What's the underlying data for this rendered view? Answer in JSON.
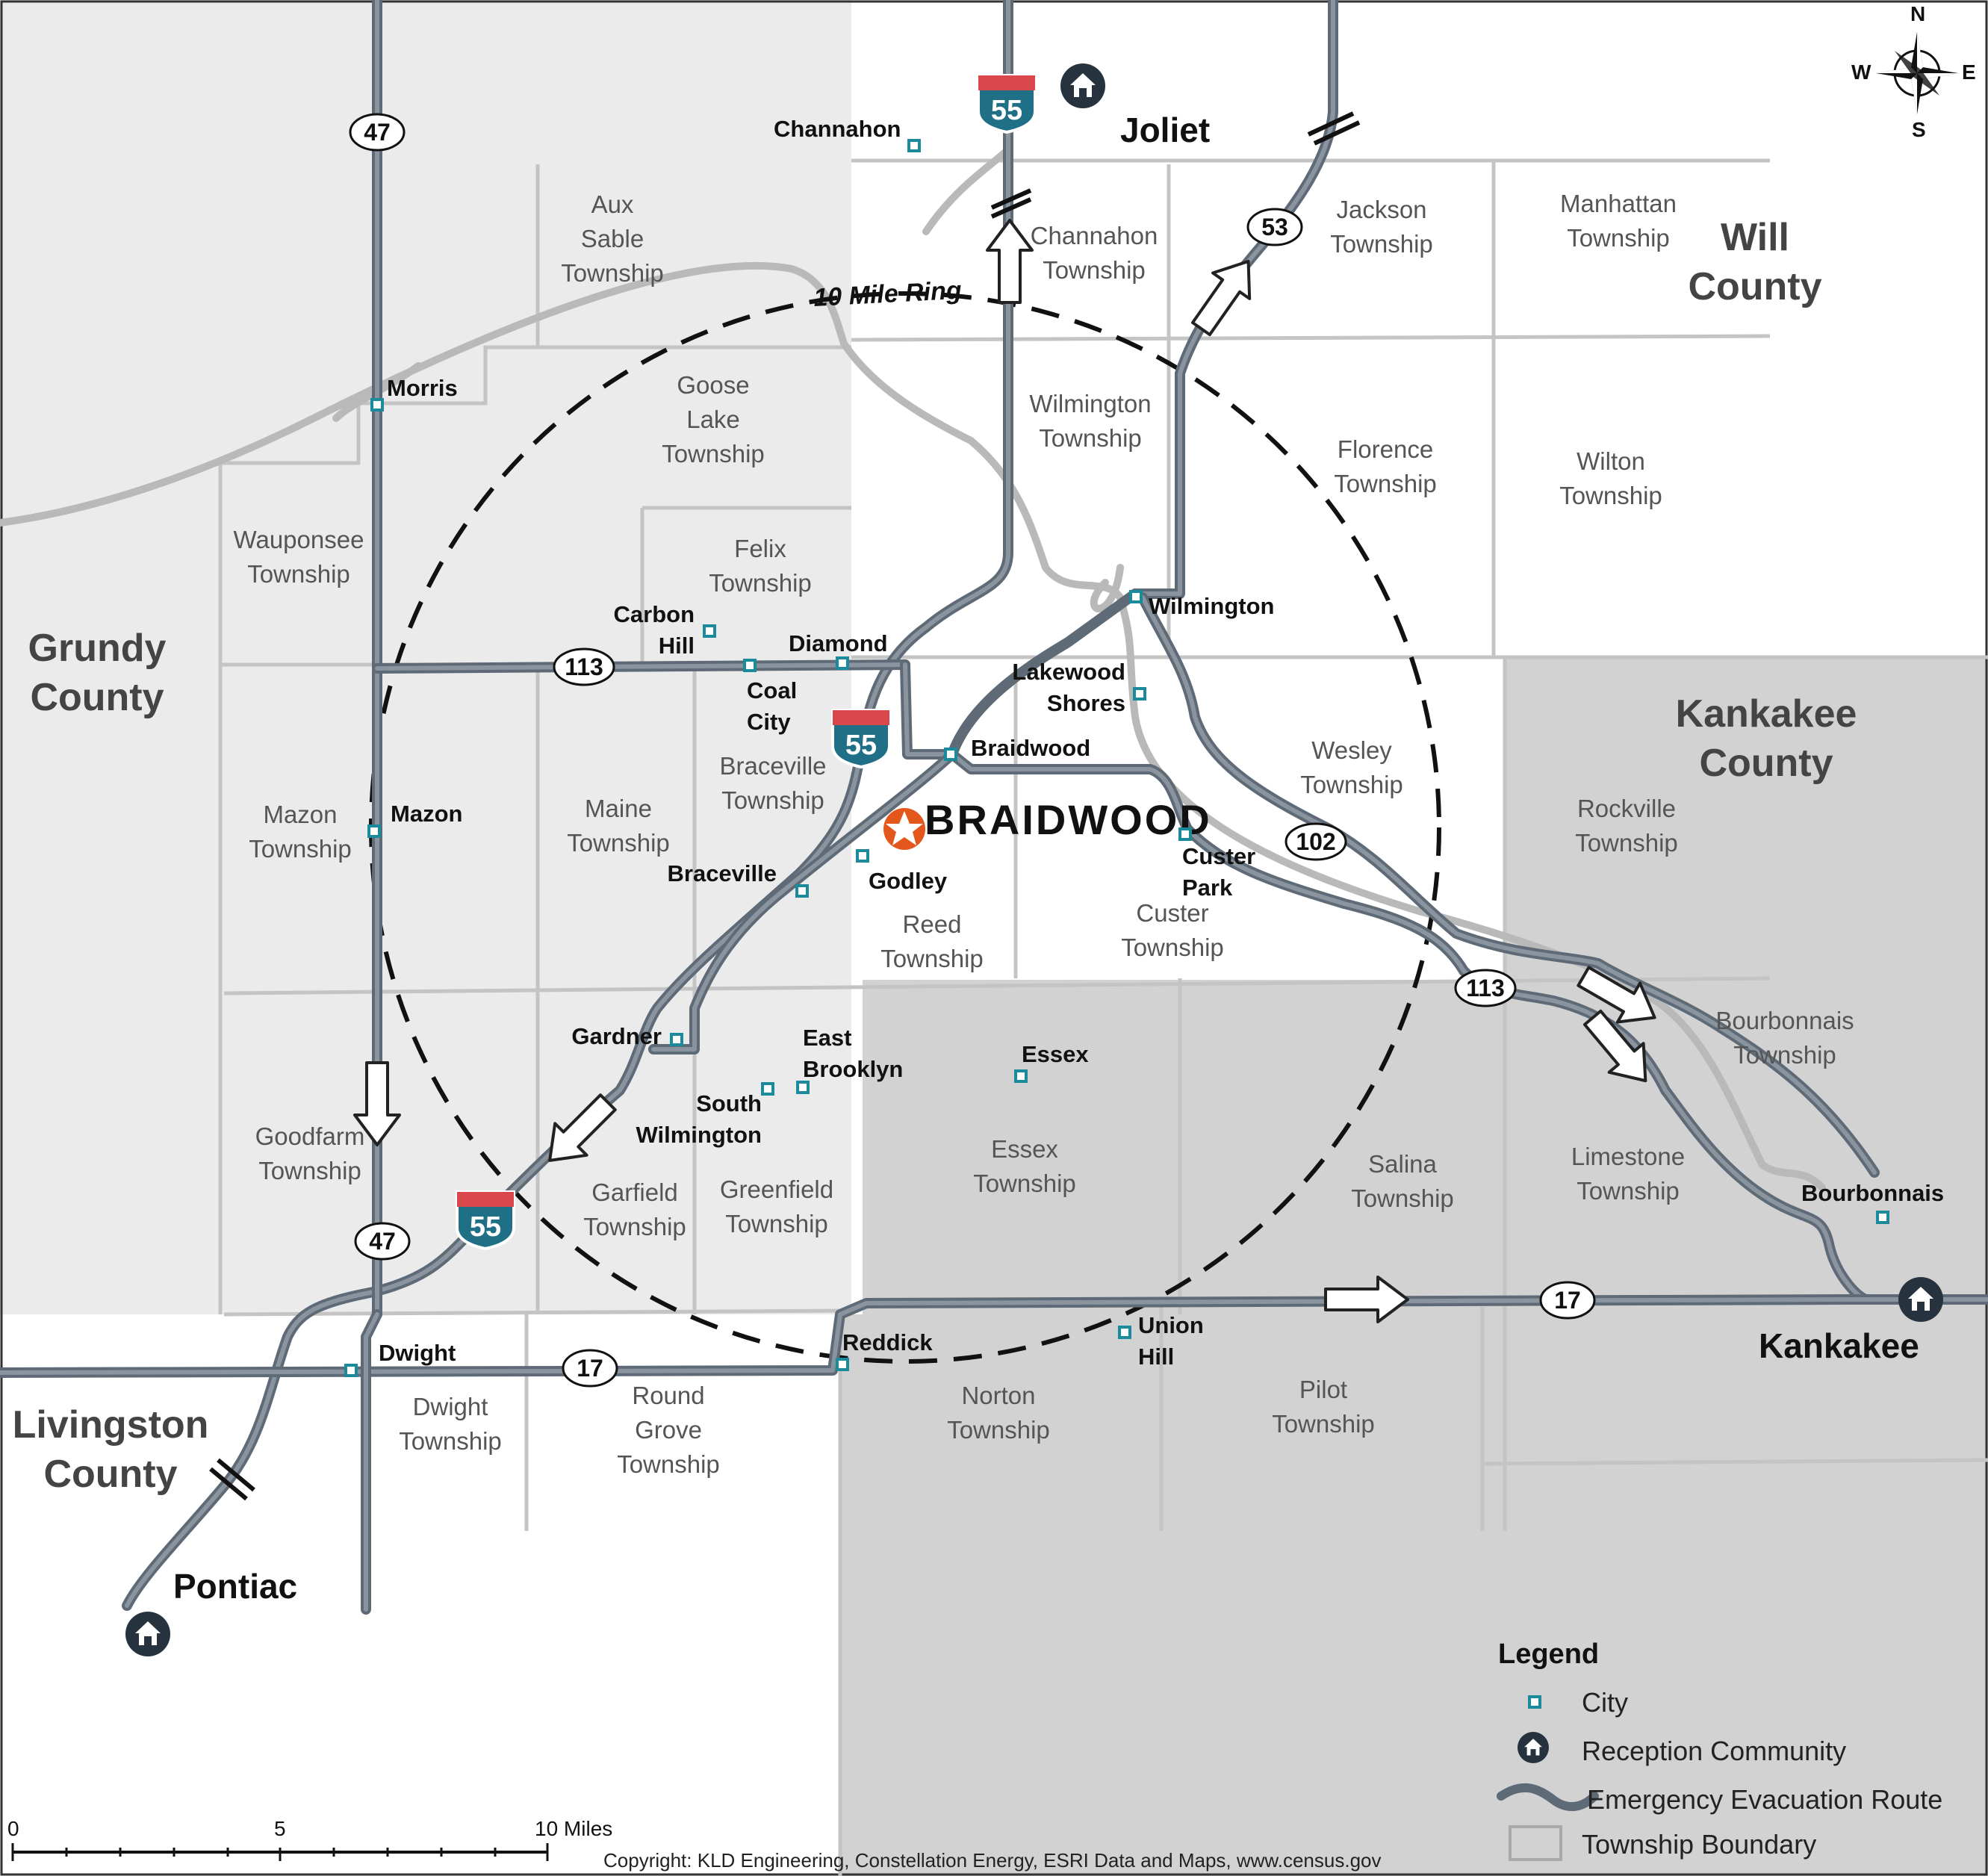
{
  "map": {
    "ring_label": "10 Mile Ring",
    "plant_label": "BRAIDWOOD",
    "counties": [
      {
        "id": "grundy",
        "lines": [
          "Grundy",
          "County"
        ]
      },
      {
        "id": "will",
        "lines": [
          "Will",
          "County"
        ]
      },
      {
        "id": "kankakee",
        "lines": [
          "Kankakee",
          "County"
        ]
      },
      {
        "id": "livingston",
        "lines": [
          "Livingston",
          "County"
        ]
      }
    ],
    "reception": [
      "Joliet",
      "Kankakee",
      "Pontiac"
    ],
    "townships": [
      {
        "id": "aux-sable",
        "lines": [
          "Aux",
          "Sable",
          "Township"
        ]
      },
      {
        "id": "channahon",
        "lines": [
          "Channahon",
          "Township"
        ]
      },
      {
        "id": "jackson",
        "lines": [
          "Jackson",
          "Township"
        ]
      },
      {
        "id": "manhattan",
        "lines": [
          "Manhattan",
          "Township"
        ]
      },
      {
        "id": "goose-lake",
        "lines": [
          "Goose",
          "Lake",
          "Township"
        ]
      },
      {
        "id": "wilmington",
        "lines": [
          "Wilmington",
          "Township"
        ]
      },
      {
        "id": "florence",
        "lines": [
          "Florence",
          "Township"
        ]
      },
      {
        "id": "wilton",
        "lines": [
          "Wilton",
          "Township"
        ]
      },
      {
        "id": "wauponsee",
        "lines": [
          "Wauponsee",
          "Township"
        ]
      },
      {
        "id": "felix",
        "lines": [
          "Felix",
          "Township"
        ]
      },
      {
        "id": "braceville",
        "lines": [
          "Braceville",
          "Township"
        ]
      },
      {
        "id": "mazon",
        "lines": [
          "Mazon",
          "Township"
        ]
      },
      {
        "id": "maine",
        "lines": [
          "Maine",
          "Township"
        ]
      },
      {
        "id": "wesley",
        "lines": [
          "Wesley",
          "Township"
        ]
      },
      {
        "id": "rockville",
        "lines": [
          "Rockville",
          "Township"
        ]
      },
      {
        "id": "reed",
        "lines": [
          "Reed",
          "Township"
        ]
      },
      {
        "id": "custer",
        "lines": [
          "Custer",
          "Township"
        ]
      },
      {
        "id": "bourbonnais",
        "lines": [
          "Bourbonnais",
          "Township"
        ]
      },
      {
        "id": "goodfarm",
        "lines": [
          "Goodfarm",
          "Township"
        ]
      },
      {
        "id": "garfield",
        "lines": [
          "Garfield",
          "Township"
        ]
      },
      {
        "id": "greenfield",
        "lines": [
          "Greenfield",
          "Township"
        ]
      },
      {
        "id": "essex",
        "lines": [
          "Essex",
          "Township"
        ]
      },
      {
        "id": "salina",
        "lines": [
          "Salina",
          "Township"
        ]
      },
      {
        "id": "limestone",
        "lines": [
          "Limestone",
          "Township"
        ]
      },
      {
        "id": "dwight",
        "lines": [
          "Dwight",
          "Township"
        ]
      },
      {
        "id": "round-grove",
        "lines": [
          "Round",
          "Grove",
          "Township"
        ]
      },
      {
        "id": "norton",
        "lines": [
          "Norton",
          "Township"
        ]
      },
      {
        "id": "pilot",
        "lines": [
          "Pilot",
          "Township"
        ]
      }
    ],
    "cities": [
      {
        "id": "channahon",
        "lines": [
          "Channahon"
        ]
      },
      {
        "id": "morris",
        "lines": [
          "Morris"
        ]
      },
      {
        "id": "carbon-hill",
        "lines": [
          "Carbon",
          "Hill"
        ]
      },
      {
        "id": "diamond",
        "lines": [
          "Diamond"
        ]
      },
      {
        "id": "coal-city",
        "lines": [
          "Coal",
          "City"
        ]
      },
      {
        "id": "wilmington",
        "lines": [
          "Wilmington"
        ]
      },
      {
        "id": "lakewood-shores",
        "lines": [
          "Lakewood",
          "Shores"
        ]
      },
      {
        "id": "braidwood",
        "lines": [
          "Braidwood"
        ]
      },
      {
        "id": "mazon",
        "lines": [
          "Mazon"
        ]
      },
      {
        "id": "godley",
        "lines": [
          "Godley"
        ]
      },
      {
        "id": "braceville",
        "lines": [
          "Braceville"
        ]
      },
      {
        "id": "custer-park",
        "lines": [
          "Custer",
          "Park"
        ]
      },
      {
        "id": "gardner",
        "lines": [
          "Gardner"
        ]
      },
      {
        "id": "east-brooklyn",
        "lines": [
          "East",
          "Brooklyn"
        ]
      },
      {
        "id": "essex",
        "lines": [
          "Essex"
        ]
      },
      {
        "id": "south-wilmington",
        "lines": [
          "South",
          "Wilmington"
        ]
      },
      {
        "id": "bourbonnais",
        "lines": [
          "Bourbonnais"
        ]
      },
      {
        "id": "dwight",
        "lines": [
          "Dwight"
        ]
      },
      {
        "id": "reddick",
        "lines": [
          "Reddick"
        ]
      },
      {
        "id": "union-hill",
        "lines": [
          "Union",
          "Hill"
        ]
      }
    ],
    "shields": {
      "state": [
        "47",
        "53",
        "113",
        "102",
        "113",
        "47",
        "17",
        "17"
      ],
      "interstate": [
        "55",
        "55",
        "55"
      ]
    },
    "compass": {
      "n": "N",
      "s": "S",
      "e": "E",
      "w": "W"
    },
    "legend": {
      "title": "Legend",
      "items": [
        "City",
        "Reception Community",
        "Emergency Evacuation Route",
        "Township Boundary"
      ]
    },
    "scale": {
      "ticks": [
        "0",
        "5",
        "10 Miles"
      ]
    },
    "copyright": "Copyright: KLD Engineering, Constellation Energy, ESRI Data and Maps, www.census.gov",
    "colors": {
      "grundy_fill": "#ebebeb",
      "kankakee_fill": "#d2d2d2",
      "road": "#5f6a77",
      "city_marker": "#1b8a9a",
      "reception_marker": "#26323d",
      "plant_marker": "#e4571c",
      "interstate_red": "#d9474d",
      "interstate_blue": "#1f6f86"
    }
  }
}
